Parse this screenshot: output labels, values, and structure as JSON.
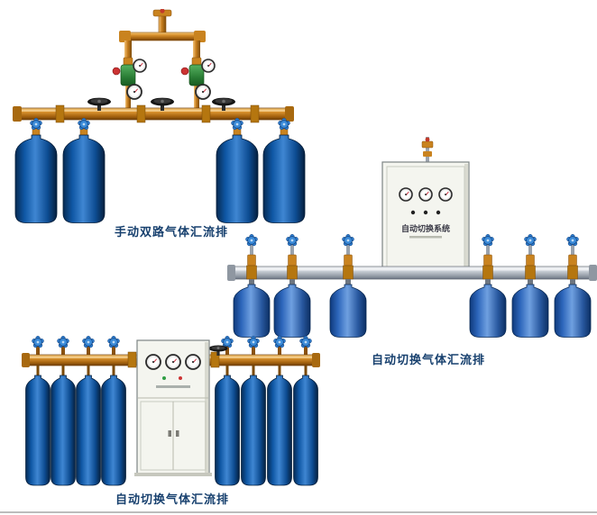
{
  "page": {
    "background_color": "#ffffff",
    "caption_color": "#17406e",
    "bottom_divider_color": "#bcbcbc"
  },
  "products": [
    {
      "id": "manual-dual-gas-manifold",
      "caption": "手动双路气体汇流排",
      "cylinders_shown": 4,
      "colors": {
        "pipe": "#c9831f",
        "cylinder": "#0f4f97",
        "regulator": "#2a7d35"
      }
    },
    {
      "id": "auto-switch-gas-manifold-wall-cabinet",
      "caption": "自动切换气体汇流排",
      "cabinet_label": "自动切换系统",
      "cylinders_shown": 6,
      "colors": {
        "pipe": "#aeb6bf",
        "cylinder": "#2d66bb",
        "cabinet": "#f4f5ef"
      }
    },
    {
      "id": "auto-switch-gas-manifold-floor-cabinet",
      "caption": "自动切换气体汇流排",
      "cylinders_shown": 8,
      "colors": {
        "pipe": "#c9831f",
        "cylinder": "#0f4f97",
        "cabinet": "#f4f5ef"
      }
    }
  ]
}
